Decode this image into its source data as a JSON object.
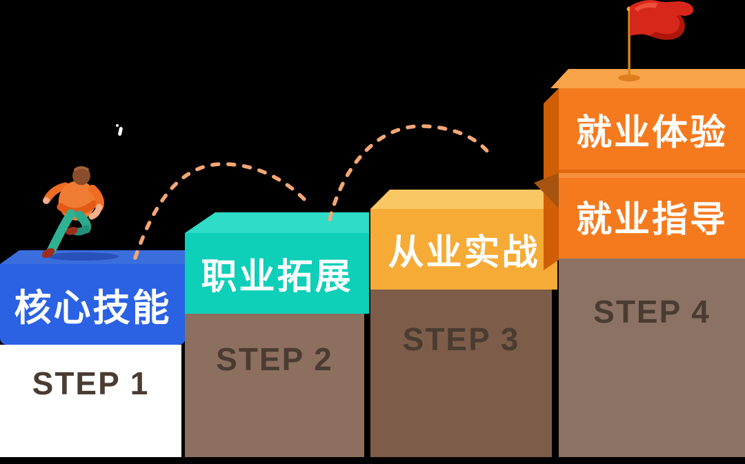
{
  "scene": {
    "description": "Four-step career staircase infographic",
    "background_color": "#000000"
  },
  "steps": [
    {
      "title": "核心技能",
      "step": "STEP 1",
      "header_color": "#2b62e4",
      "top_face_color": "#3a6edd",
      "body_color": "#ffffff"
    },
    {
      "title": "职业拓展",
      "step": "STEP 2",
      "header_color": "#0ecfb8",
      "top_face_color": "#2edcc7",
      "body_color": "#8d6f5f"
    },
    {
      "title": "从业实战",
      "step": "STEP 3",
      "header_color": "#f5ab36",
      "top_face_color": "#f9c865",
      "body_color": "#7d5d4a"
    },
    {
      "upper_title": "就业体验",
      "title": "就业指导",
      "step": "STEP 4",
      "header_color": "#f57a1e",
      "top_face_color": "#f9a34a",
      "side_face_color": "#cf5e07",
      "body_color": "#8b7265"
    }
  ],
  "decor": {
    "runner_icon": "running-person",
    "flag_icon": "red-flag",
    "flag_color": "#d7271b",
    "pole_color": "#d98a1c",
    "arc_color": "#f2a776",
    "step_text_color": "#4a3c31"
  }
}
